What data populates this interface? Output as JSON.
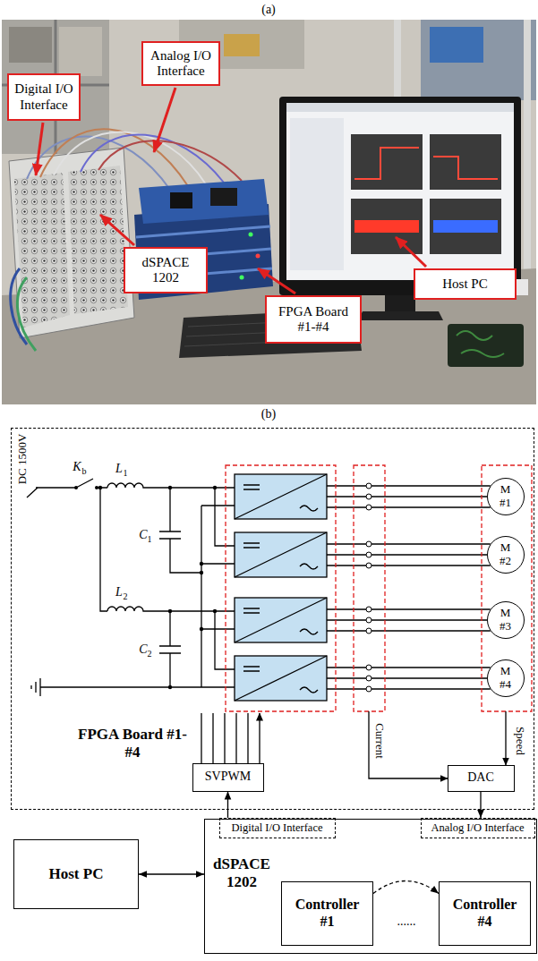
{
  "diagram": {
    "nodes": [
      {
        "text": [
          "Digital I/O Interface"
        ]
      },
      {
        "text": [
          "Analog I/O Interface"
        ]
      },
      {
        "text": [
          "dSPACE 1202"
        ]
      },
      {
        "text": [
          "FPGA Board #1-#4"
        ]
      },
      {
        "text": [
          "Host PC"
        ]
      },
      {
        "text": [
          "FPGA Board #1-#4"
        ]
      },
      {
        "text": [
          "SVPWM"
        ],
        "in": 5
      },
      {
        "text": [
          "DAC"
        ],
        "in": 5
      },
      {
        "text": [
          "M #1"
        ],
        "in": 5
      },
      {
        "text": [
          "M #2"
        ],
        "in": 5
      },
      {
        "text": [
          "M #3"
        ],
        "in": 5
      },
      {
        "text": [
          "M #4"
        ],
        "in": 5
      },
      {
        "text": [
          "Host PC"
        ]
      },
      {
        "text": [
          "dSPACE 1202"
        ]
      },
      {
        "text": [
          "Digital I/O Interface"
        ],
        "in": 13
      },
      {
        "text": [
          "Analog I/O Interface"
        ],
        "in": 13
      },
      {
        "text": [
          "Controller #1"
        ],
        "in": 13
      },
      {
        "text": [
          "Controller #4"
        ],
        "in": 13
      }
    ],
    "edges": [
      {
        "from": 12,
        "to": 13,
        "arrow": "both"
      },
      {
        "from": 14,
        "to": 6,
        "arrow": "to"
      },
      {
        "from": 7,
        "to": 15,
        "arrow": "to"
      },
      {
        "from": 16,
        "to": 17,
        "arrow": "to"
      }
    ],
    "labels": [
      "(a)",
      "(b)",
      "DC 1500V",
      "K",
      "b",
      "L",
      "1",
      "C",
      "1",
      "L",
      "2",
      "C",
      "2",
      "Current",
      "Speed",
      "......"
    ]
  }
}
